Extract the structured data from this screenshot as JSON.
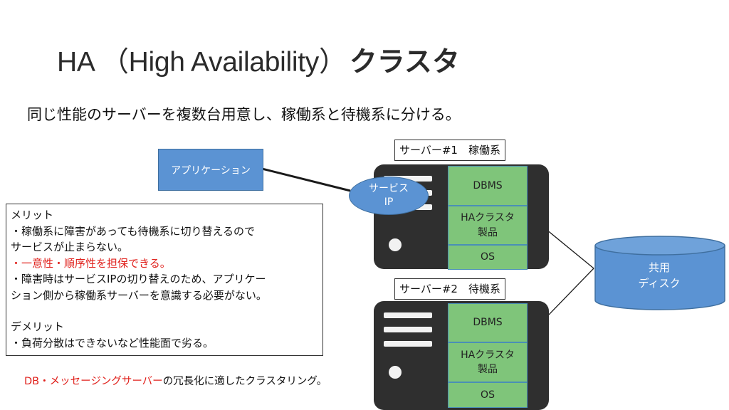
{
  "title": {
    "latin": "HA （High Availability）",
    "jp": "クラスタ"
  },
  "subtitle": "同じ性能のサーバーを複数台用意し、稼働系と待機系に分ける。",
  "application": {
    "label": "アプリケーション"
  },
  "service_ip": {
    "line1": "サービス",
    "line2": "IP"
  },
  "servers": [
    {
      "label": "サーバー#1　稼働系",
      "components": [
        "DBMS",
        "HAクラスタ\n製品",
        "OS"
      ]
    },
    {
      "label": "サーバー#2　待機系",
      "components": [
        "DBMS",
        "HAクラスタ\n製品",
        "OS"
      ]
    }
  ],
  "shared_disk": {
    "line1": "共用",
    "line2": "ディスク"
  },
  "merits": {
    "heading": "メリット",
    "items": [
      "・稼働系に障害があっても待機系に切り替えるので",
      "サービスが止まらない。",
      "・一意性・順序性を担保できる。",
      "・障害時はサービスIPの切り替えのため、アプリケー",
      "ション側から稼働系サーバーを意識する必要がない。"
    ],
    "demerit_heading": "デメリット",
    "demerit_items": [
      "・負荷分散はできないなど性能面で劣る。"
    ]
  },
  "bottom_note": {
    "highlight": "DB・メッセージングサーバー",
    "rest": "の冗長化に適したクラスタリング。"
  },
  "colors": {
    "app_blue": "#5b93d3",
    "component_green": "#7fc57a",
    "server_dark": "#2f2f2f",
    "highlight_red": "#e0201b"
  }
}
